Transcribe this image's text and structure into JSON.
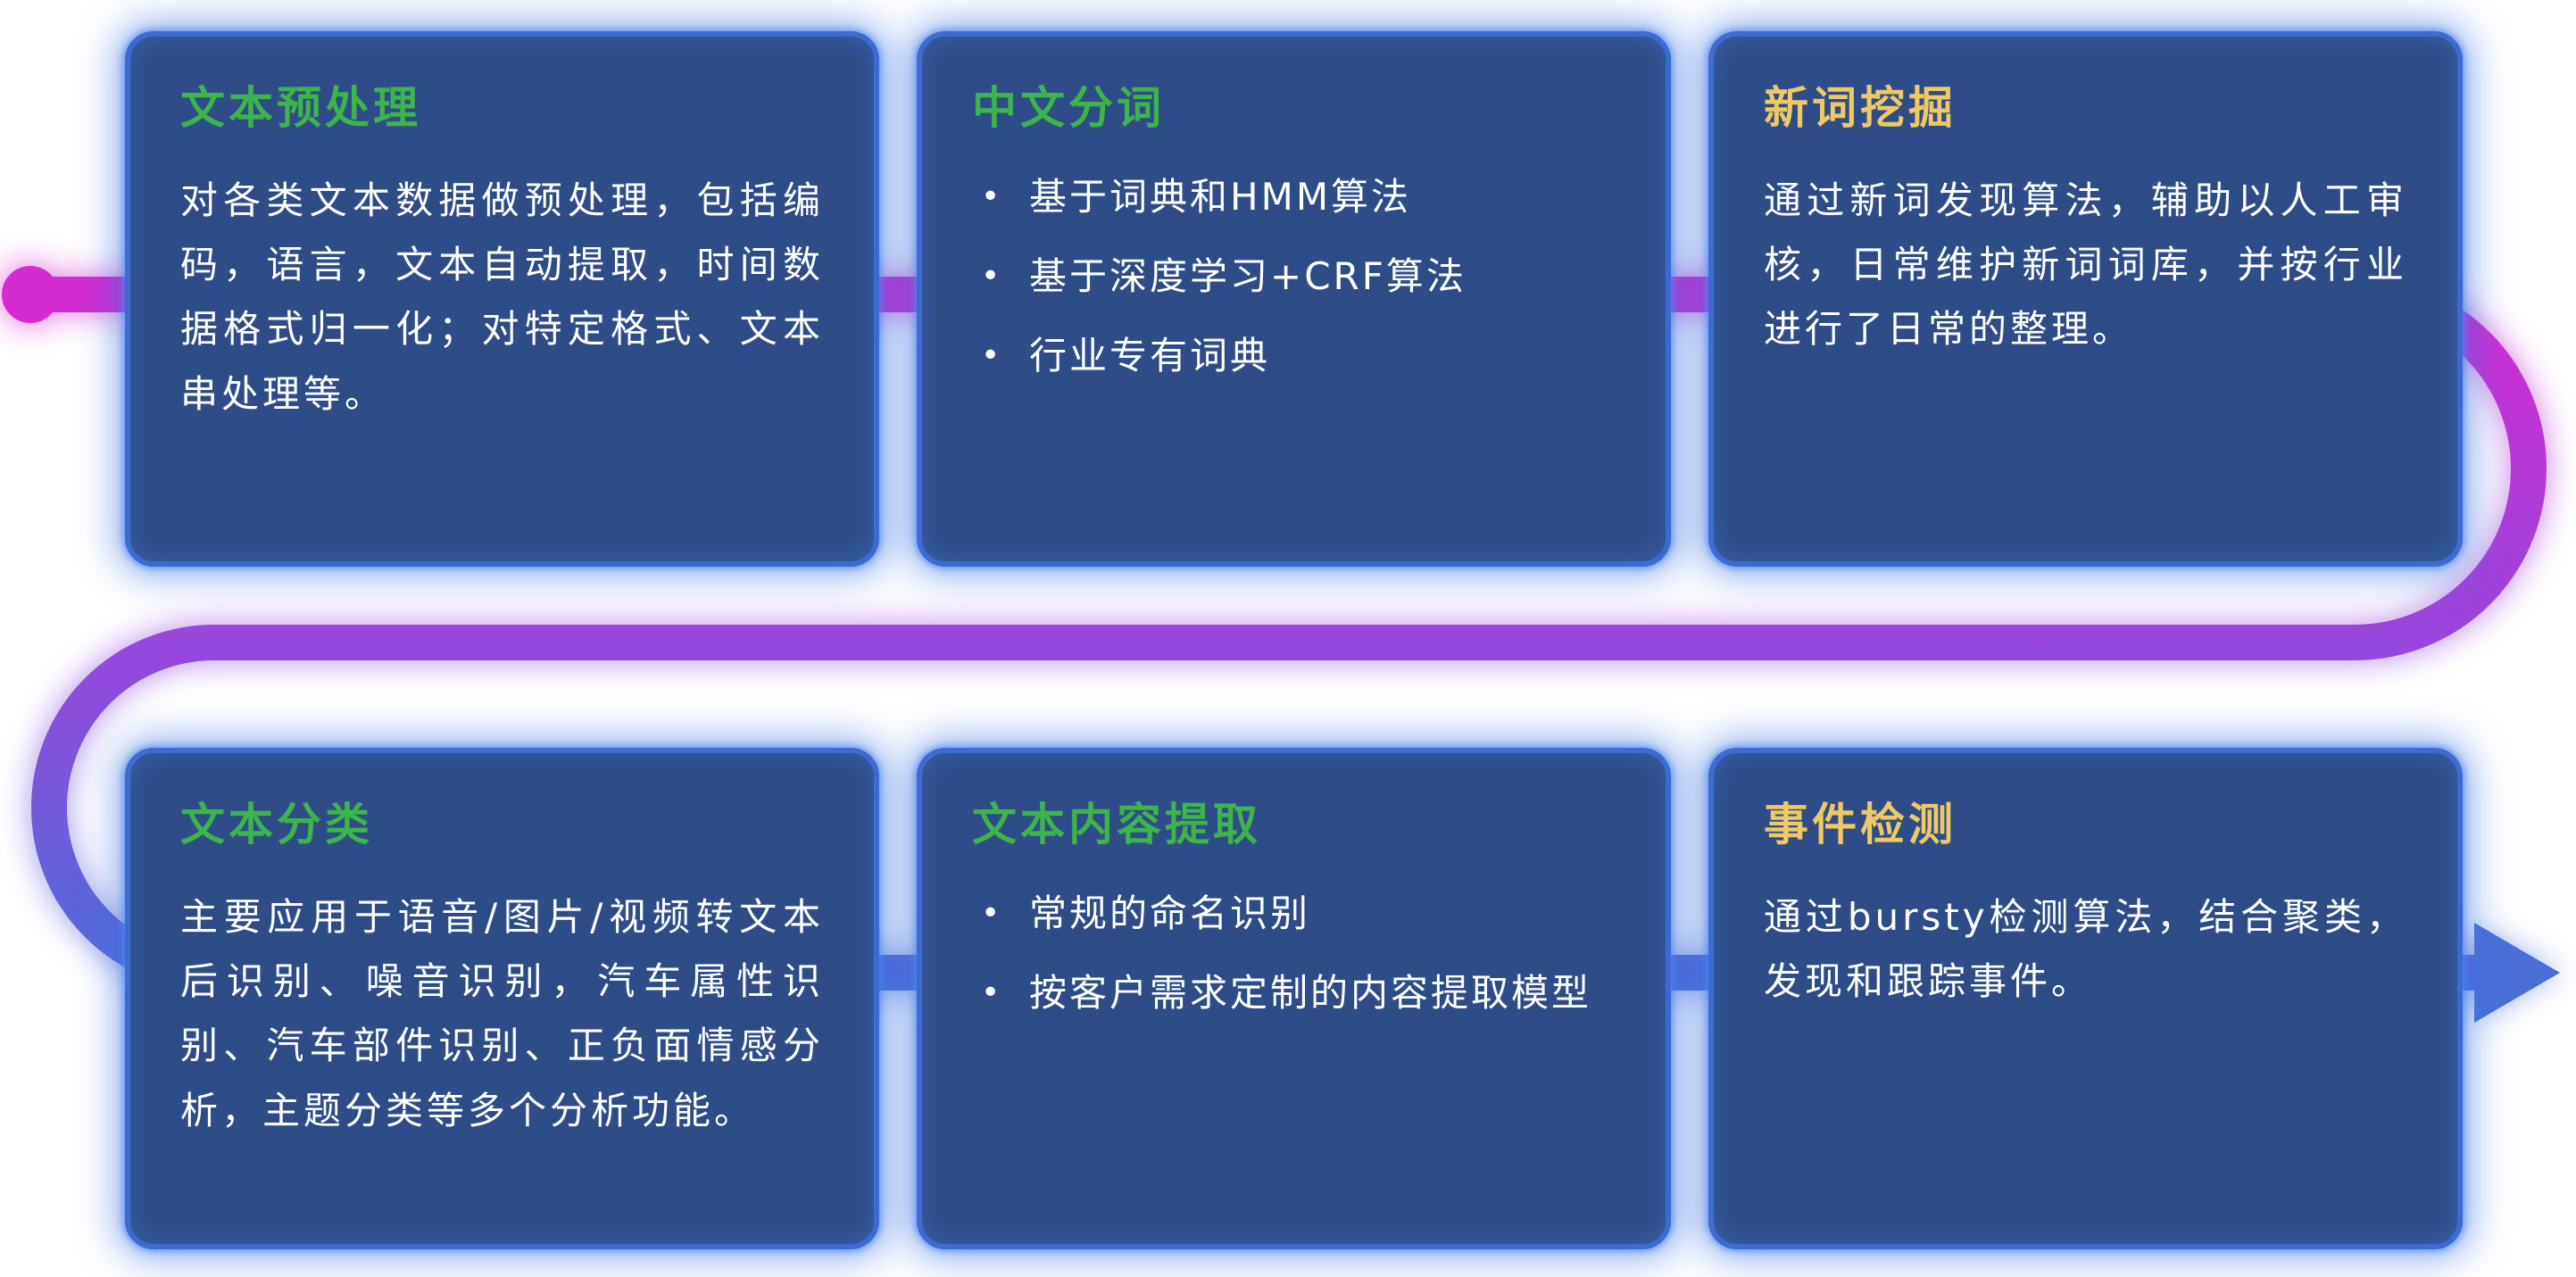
{
  "colors": {
    "background": "#ffffff",
    "card_bg": "#2e4d88",
    "card_border": "#3c6bd2",
    "title_green": "#3db54b",
    "title_yellow": "#eec964",
    "body_text": "#ffffff",
    "flow_magenta": "#d62bd0",
    "flow_purple": "#9a46dc",
    "flow_blue": "#4a70d8"
  },
  "flow": {
    "start_marker": "dot",
    "end_marker": "arrow-right"
  },
  "cards": [
    {
      "id": "text-preprocessing",
      "title": "文本预处理",
      "title_color": "#3db54b",
      "body": "对各类文本数据做预处理，包括编码，语言，文本自动提取，时间数据格式归一化；对特定格式、文本串处理等。",
      "bullets": []
    },
    {
      "id": "chinese-word-segmentation",
      "title": "中文分词",
      "title_color": "#3db54b",
      "body": "",
      "bullets": [
        "基于词典和HMM算法",
        "基于深度学习+CRF算法",
        "行业专有词典"
      ]
    },
    {
      "id": "new-word-mining",
      "title": "新词挖掘",
      "title_color": "#eec964",
      "body": "通过新词发现算法，辅助以人工审核，日常维护新词词库，并按行业进行了日常的整理。",
      "bullets": []
    },
    {
      "id": "text-classification",
      "title": "文本分类",
      "title_color": "#3db54b",
      "body": "主要应用于语音/图片/视频转文本后识别、噪音识别，汽车属性识别、汽车部件识别、正负面情感分析，主题分类等多个分析功能。",
      "bullets": []
    },
    {
      "id": "text-content-extraction",
      "title": "文本内容提取",
      "title_color": "#3db54b",
      "body": "",
      "bullets": [
        "常规的命名识别",
        "按客户需求定制的内容提取模型"
      ]
    },
    {
      "id": "event-detection",
      "title": "事件检测",
      "title_color": "#eec964",
      "body": "通过bursty检测算法，结合聚类，发现和跟踪事件。",
      "bullets": []
    }
  ]
}
